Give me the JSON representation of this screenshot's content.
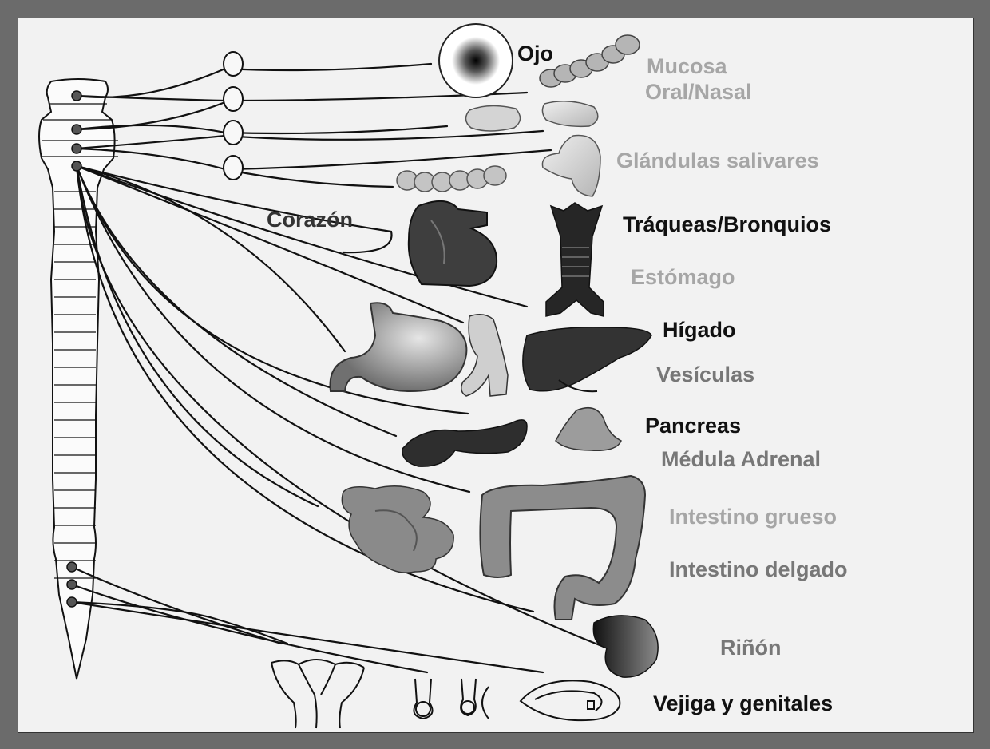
{
  "colors": {
    "background_border": "#6b6b6b",
    "panel": "#f2f2f2",
    "nerve": "#111111",
    "label_dark": "#111111",
    "label_mid": "#777777",
    "label_light": "#a6a6a6"
  },
  "labels": {
    "ojo": "Ojo",
    "mucosa_line1": "Mucosa",
    "mucosa_line2": "Oral/Nasal",
    "glandulas": "Glándulas salivares",
    "corazon": "Corazón",
    "traqueas": "Tráqueas/Bronquios",
    "estomago": "Estómago",
    "higado": "Hígado",
    "vesiculas": "Vesículas",
    "pancreas": "Pancreas",
    "medula": "Médula Adrenal",
    "intestino_grueso": "Intestino grueso",
    "intestino_delgado": "Intestino delgado",
    "rinon": "Riñón",
    "vejiga": "Vejiga y genitales"
  },
  "icons": {
    "spinal_cord": "spinal-cord-icon",
    "ganglion": "ganglion-icon",
    "eye": "eye-icon",
    "mucosa": "mucosa-icon",
    "salivary": "salivary-gland-icon",
    "heart": "heart-icon",
    "trachea": "trachea-icon",
    "stomach": "stomach-icon",
    "liver": "liver-icon",
    "gallbladder": "gallbladder-icon",
    "pancreas": "pancreas-icon",
    "adrenal": "adrenal-icon",
    "small_intestine": "small-intestine-icon",
    "large_intestine": "large-intestine-icon",
    "kidney": "kidney-icon",
    "bladder": "bladder-genitals-icon"
  }
}
